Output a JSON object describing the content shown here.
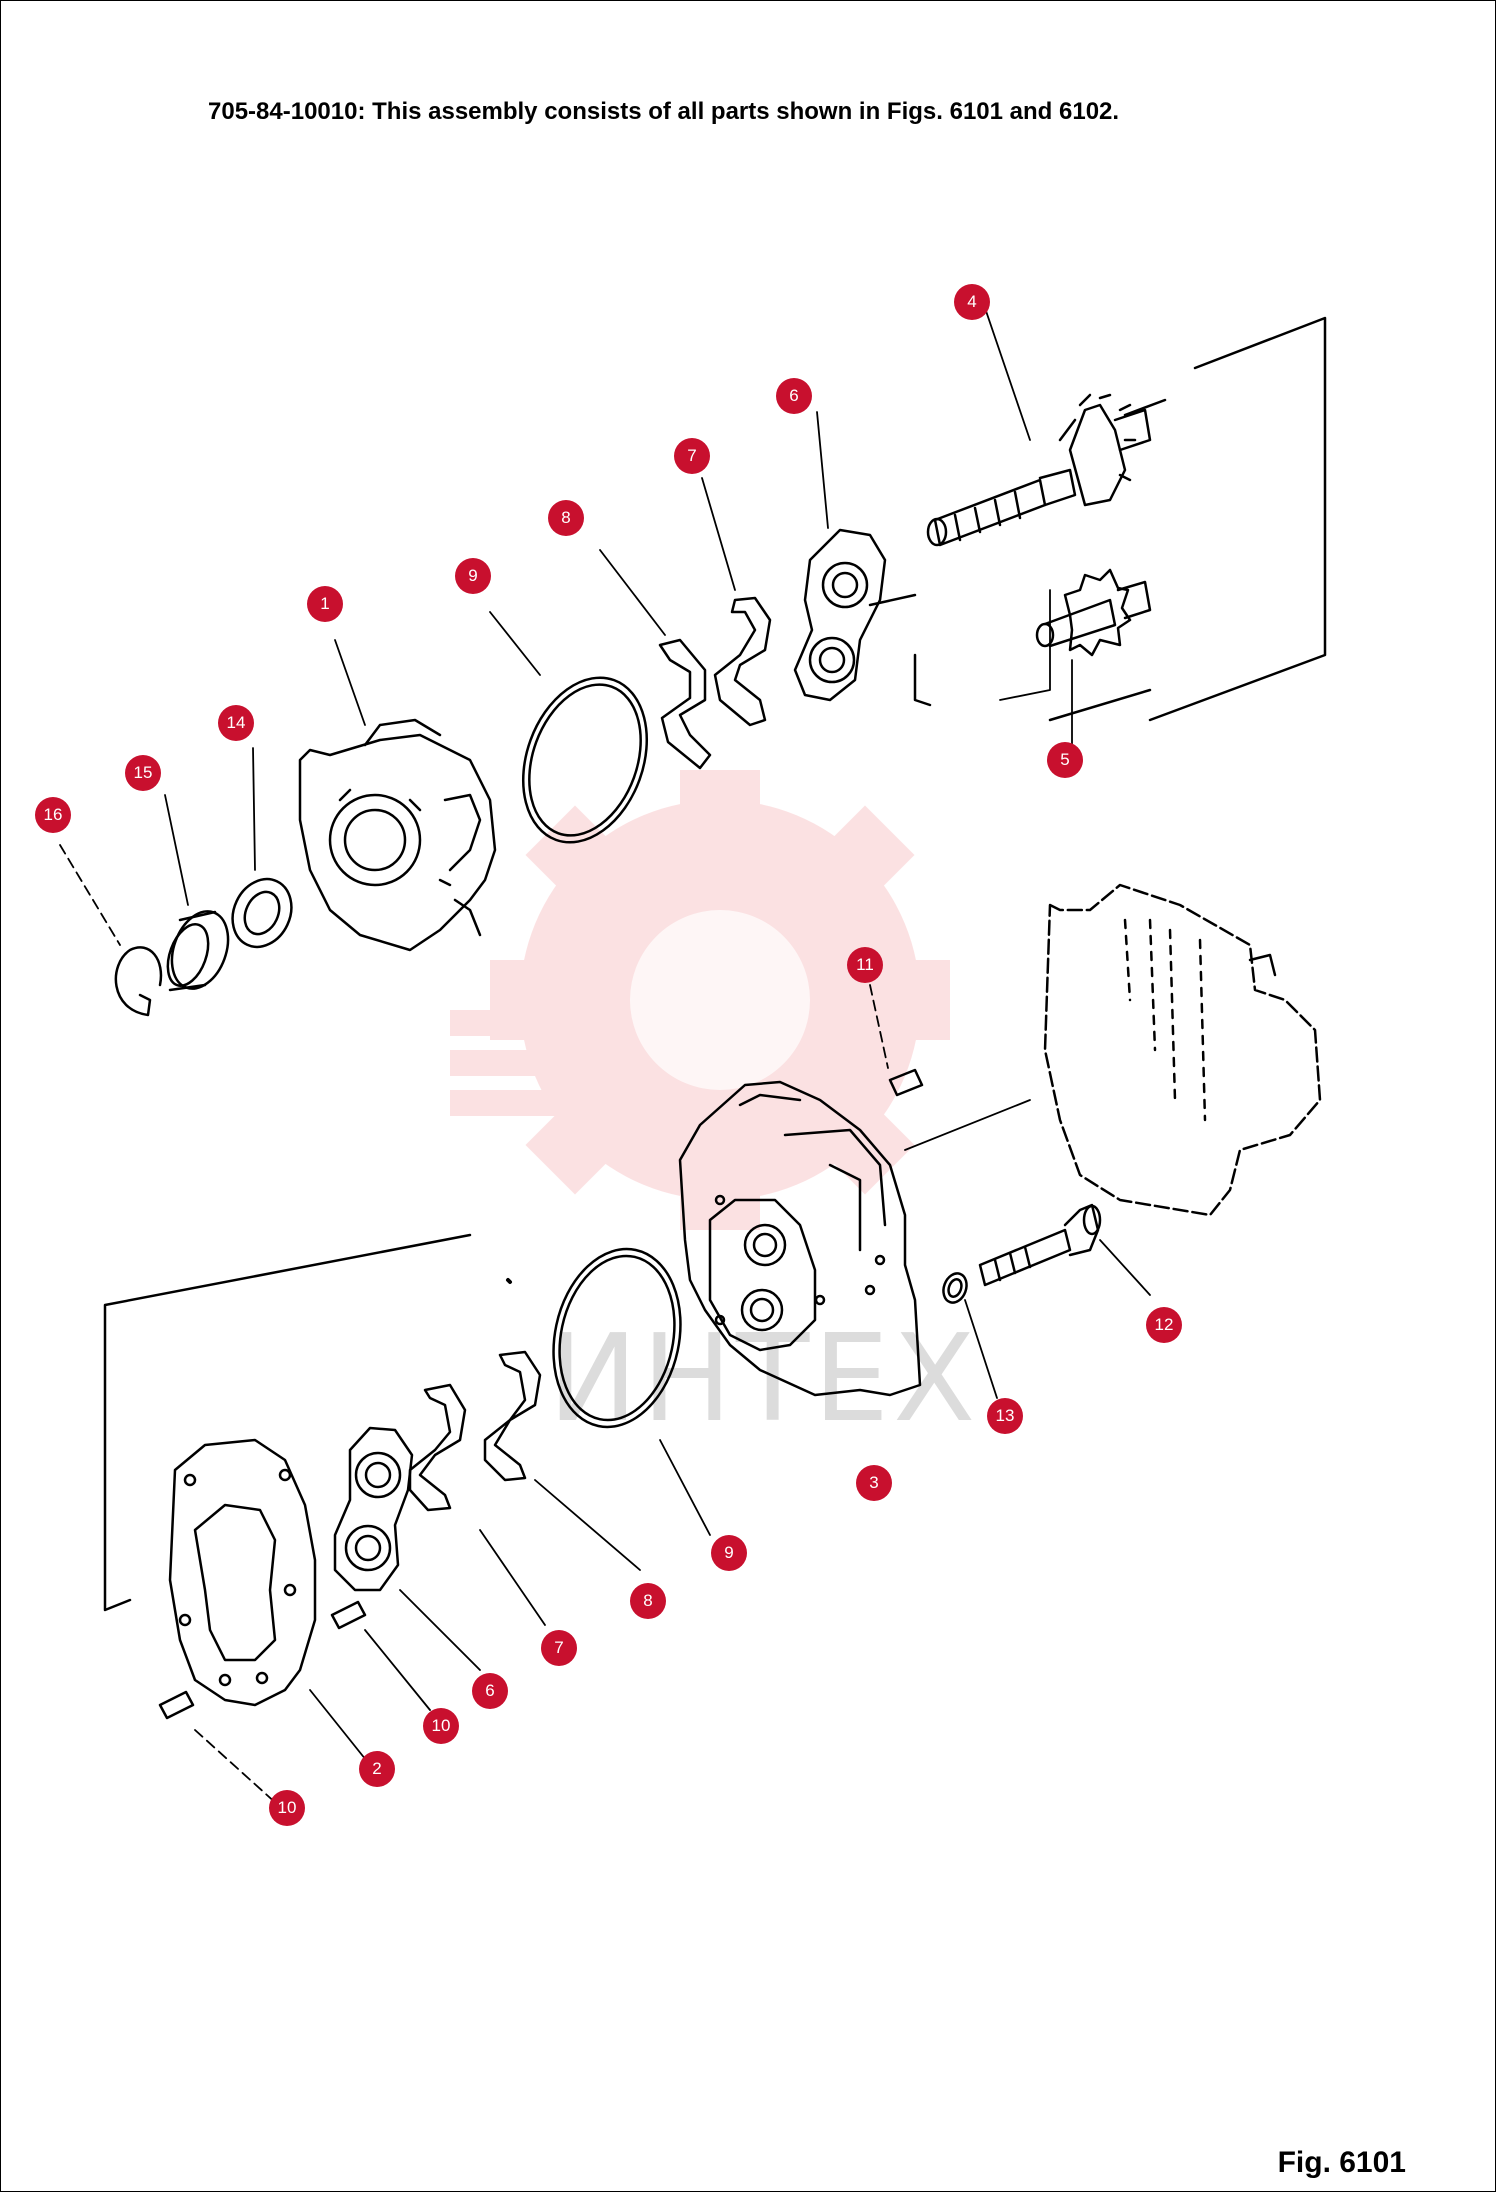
{
  "header": {
    "text": "705-84-10010: This assembly consists of all parts shown in Figs. 6101 and 6102."
  },
  "figure": {
    "label": "Fig. 6101"
  },
  "watermark": {
    "text": "ИНТЕХ",
    "color": "#e8202a"
  },
  "callout_color": "#c8102e",
  "callouts": [
    {
      "id": "c4",
      "number": "4"
    },
    {
      "id": "c6a",
      "number": "6"
    },
    {
      "id": "c7a",
      "number": "7"
    },
    {
      "id": "c8a",
      "number": "8"
    },
    {
      "id": "c9a",
      "number": "9"
    },
    {
      "id": "c1",
      "number": "1"
    },
    {
      "id": "c14",
      "number": "14"
    },
    {
      "id": "c15",
      "number": "15"
    },
    {
      "id": "c16",
      "number": "16"
    },
    {
      "id": "c5",
      "number": "5"
    },
    {
      "id": "c11",
      "number": "11"
    },
    {
      "id": "c12",
      "number": "12"
    },
    {
      "id": "c13",
      "number": "13"
    },
    {
      "id": "c3",
      "number": "3"
    },
    {
      "id": "c9b",
      "number": "9"
    },
    {
      "id": "c8b",
      "number": "8"
    },
    {
      "id": "c7b",
      "number": "7"
    },
    {
      "id": "c6b",
      "number": "6"
    },
    {
      "id": "c10a",
      "number": "10"
    },
    {
      "id": "c2",
      "number": "2"
    },
    {
      "id": "c10b",
      "number": "10"
    }
  ]
}
